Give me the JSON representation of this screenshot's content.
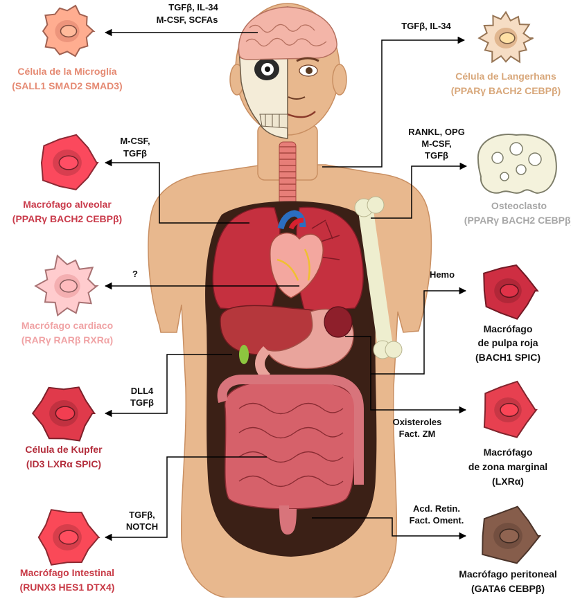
{
  "colors": {
    "skin": "#e8b88e",
    "skin_dark": "#c98f62",
    "cavity": "#3b2016",
    "microglia": "#e58a73",
    "langerhans": "#d8a77a",
    "alveolar": "#c93a4a",
    "osteoclast": "#a7a7a7",
    "cardiac": "#f0a3a5",
    "redpulp": "#a52535",
    "kupffer": "#b32e3c",
    "marginal": "#b93340",
    "intestinal": "#c83a46",
    "peritoneal": "#6b4a3c"
  },
  "cells": {
    "microglia": {
      "name": "Célula de la Microglía",
      "genes": "(SALL1 SMAD2 SMAD3)",
      "signals": [
        "TGFβ, IL-34",
        "M-CSF, SCFAs"
      ]
    },
    "langerhans": {
      "name": "Célula de Langerhans",
      "genes": "(PPARγ BACH2 CEBPβ)",
      "signals": [
        "TGFβ, IL-34"
      ]
    },
    "alveolar": {
      "name": "Macrófago alveolar",
      "genes": "(PPARγ BACH2 CEBPβ)",
      "signals": [
        "M-CSF,",
        "TGFβ"
      ]
    },
    "osteoclast": {
      "name": "Osteoclasto",
      "genes": "(PPARγ BACH2 CEBPβ)",
      "signals": [
        "RANKL, OPG",
        "M-CSF,",
        "TGFβ"
      ]
    },
    "cardiac": {
      "name": "Macrófago cardiaco",
      "genes": "(RARγ RARβ RXRα)",
      "signals": [
        "?"
      ]
    },
    "redpulp": {
      "name_lines": [
        "Macrófago",
        "de pulpa roja",
        "(BACH1 SPIC)"
      ],
      "signals": [
        "Hemo"
      ]
    },
    "kupffer": {
      "name": "Célula de Kupfer",
      "genes": "(ID3 LXRα SPIC)",
      "signals": [
        "DLL4",
        "TGFβ"
      ]
    },
    "marginal": {
      "name_lines": [
        "Macrófago",
        "de zona marginal",
        "(LXRα)"
      ],
      "signals": [
        "Oxisteroles",
        "Fact. ZM"
      ]
    },
    "intestinal": {
      "name": "Macrófago Intestinal",
      "genes": "(RUNX3 HES1 DTX4)",
      "signals": [
        "TGFβ,",
        "NOTCH"
      ]
    },
    "peritoneal": {
      "name": "Macrófago peritoneal",
      "genes": "(GATA6 CEBPβ)",
      "signals": [
        "Acd. Retin.",
        "Fact. Oment."
      ]
    }
  }
}
